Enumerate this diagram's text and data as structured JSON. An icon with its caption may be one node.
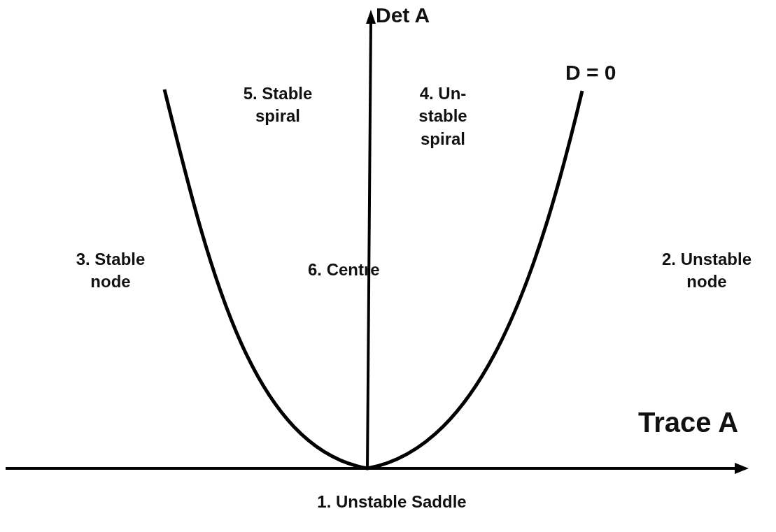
{
  "diagram": {
    "labels": [
      "Det A",
      "D = 0",
      "5. Stable spiral",
      "4. Un- stable spiral",
      "3. Stable node",
      "6. Centre",
      "2. Unstable node",
      "Trace A",
      "1. Unstable Saddle"
    ]
  }
}
